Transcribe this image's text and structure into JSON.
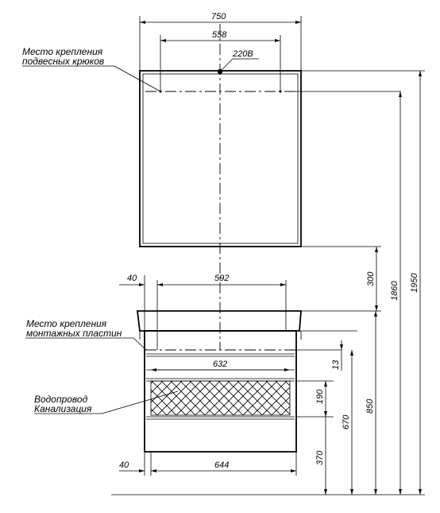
{
  "dimensions": {
    "mirror_width": "750",
    "hook_spacing": "558",
    "socket_label": "220В",
    "mirror_to_cabinet": "300",
    "hook_height": "1860",
    "total_height": "1950",
    "plate_offset": "40",
    "plate_spacing": "592",
    "cabinet_inner_width": "632",
    "rim_offset": "13",
    "pipe_zone_height": "190",
    "cabinet_height": "850",
    "pipe_top_height": "670",
    "pipe_bottom_height": "370",
    "bottom_offset": "40",
    "bottom_width": "644"
  },
  "labels": {
    "hooks_line1": "Место крепления",
    "hooks_line2": "подвесных крюков",
    "plates_line1": "Место крепления",
    "plates_line2": "монтажных пластин",
    "pipes_line1": "Водопровод",
    "pipes_line2": "Канализация"
  }
}
